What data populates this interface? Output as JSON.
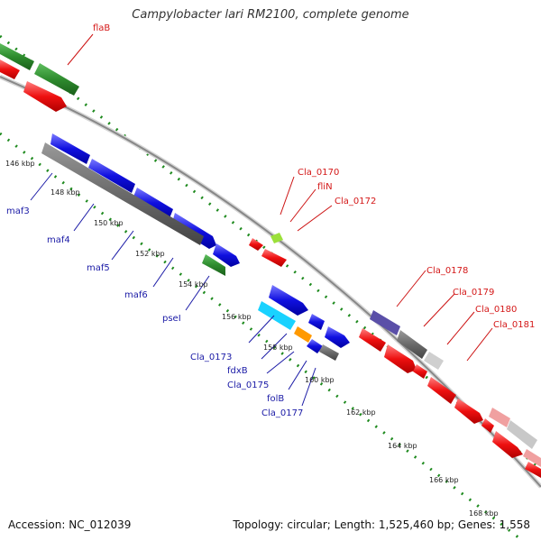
{
  "title": "Campylobacter lari RM2100, complete genome",
  "footer": {
    "accession": "Accession: NC_012039",
    "stats": "Topology: circular; Length: 1,525,460 bp; Genes: 1,558"
  },
  "ticks": [
    "146 kbp",
    "148 kbp",
    "150 kbp",
    "152 kbp",
    "154 kbp",
    "156 kbp",
    "158 kbp",
    "160 kbp",
    "162 kbp",
    "164 kbp",
    "166 kbp",
    "168 kbp"
  ],
  "genes_left": [
    "flaB"
  ],
  "genes_blue": [
    "maf3",
    "maf4",
    "maf5",
    "maf6",
    "pseI",
    "Cla_0173",
    "fdxB",
    "Cla_0175",
    "folB",
    "Cla_0177"
  ],
  "genes_red": [
    "Cla_0170",
    "fliN",
    "Cla_0172",
    "Cla_0178",
    "Cla_0179",
    "Cla_0180",
    "Cla_0181"
  ],
  "colors": {
    "forward_cds": "#1111e0",
    "reverse_cds": "#ee1111",
    "other": "#6e6e6e",
    "flaB": "#2f8f2f",
    "backbone": "#888888",
    "dots": "#1e8a1e"
  }
}
